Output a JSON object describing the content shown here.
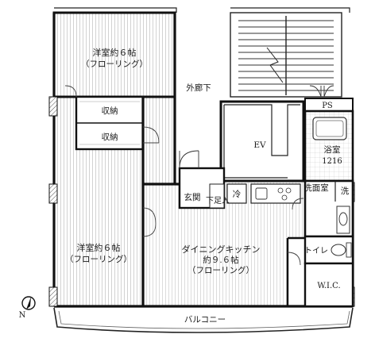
{
  "rooms": {
    "bedroom_top": {
      "name": "洋室約６帖",
      "sub": "（フローリング）"
    },
    "bedroom_bottom": {
      "name": "洋室約６帖",
      "sub": "（フローリング）"
    },
    "storage_1": "収納",
    "storage_2": "収納",
    "corridor": "外廊下",
    "ev": "EV",
    "bath": {
      "name": "浴室",
      "size": "1216"
    },
    "washroom": "洗面室",
    "washer": "洗",
    "entrance": "玄関",
    "shoe_box": "下足入",
    "fridge": "冷",
    "dk": {
      "name": "ダイニングキッチン",
      "size": "約９.６帖",
      "sub": "（フローリング）"
    },
    "toilet": "トイレ",
    "wic": "W.I.C.",
    "ps": "PS",
    "balcony": "バルコニー"
  },
  "compass": {
    "label": "N"
  }
}
